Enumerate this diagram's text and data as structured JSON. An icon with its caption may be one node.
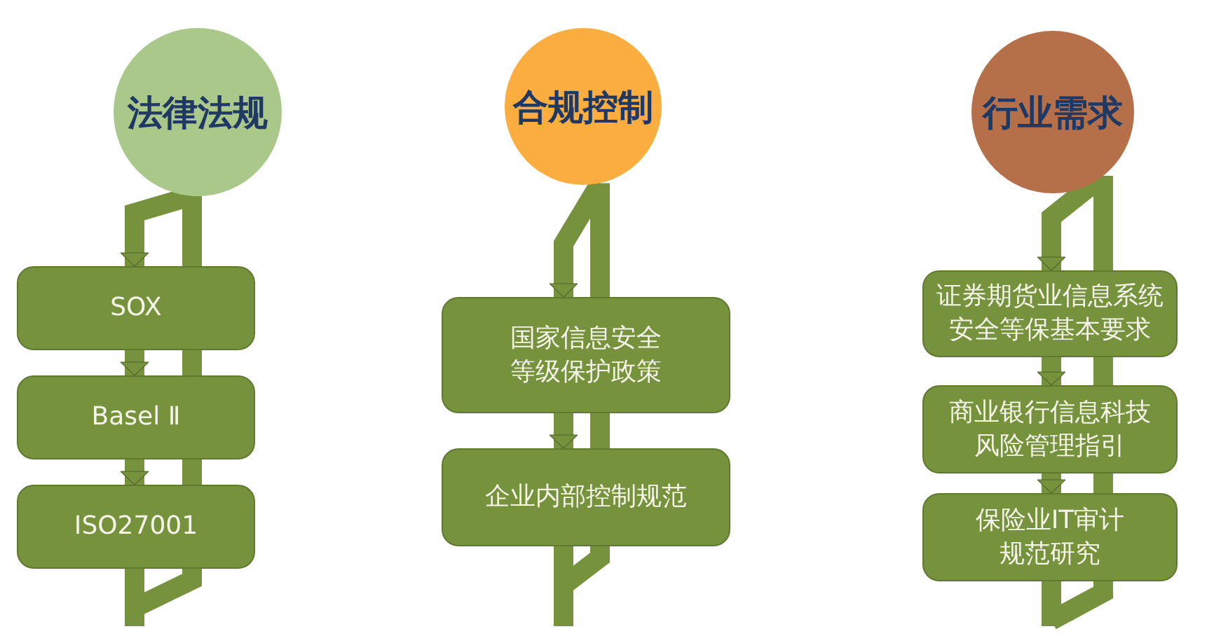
{
  "diagram": {
    "nodes": [
      {
        "text": [
          "法律法规"
        ]
      },
      {
        "text": [
          "SOX"
        ]
      },
      {
        "text": [
          "Basel Ⅱ"
        ]
      },
      {
        "text": [
          "ISO27001"
        ]
      },
      {
        "text": [
          "合规控制"
        ]
      },
      {
        "text": [
          "国家信息安全等级保护政策"
        ]
      },
      {
        "text": [
          "企业内部控制规范"
        ]
      },
      {
        "text": [
          "行业需求"
        ]
      },
      {
        "text": [
          "证券期货业信息系统安全等保基本要求"
        ]
      },
      {
        "text": [
          "商业银行信息科技风险管理指引"
        ]
      },
      {
        "text": [
          "保险业IT审计规范研究"
        ]
      }
    ],
    "edges": [
      {
        "from": 0,
        "to": 1,
        "arrow": "to"
      },
      {
        "from": 1,
        "to": 2,
        "arrow": "to"
      },
      {
        "from": 2,
        "to": 3,
        "arrow": "to"
      },
      {
        "from": 4,
        "to": 5,
        "arrow": "to"
      },
      {
        "from": 5,
        "to": 6,
        "arrow": "to"
      },
      {
        "from": 7,
        "to": 8,
        "arrow": "to"
      },
      {
        "from": 8,
        "to": 9,
        "arrow": "to"
      },
      {
        "from": 9,
        "to": 10,
        "arrow": "to"
      }
    ]
  }
}
